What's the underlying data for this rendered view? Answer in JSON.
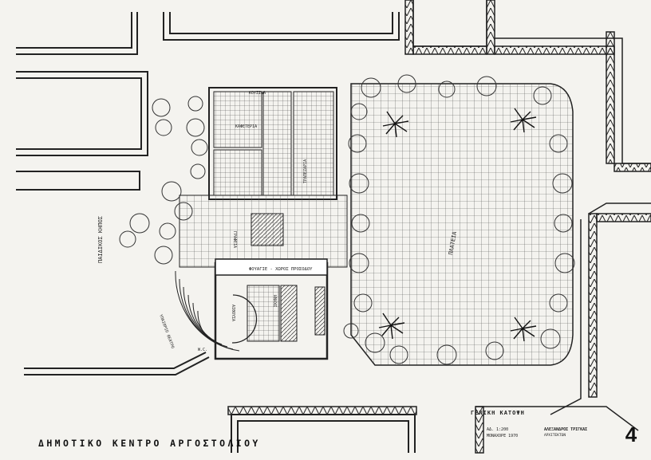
{
  "drawing": {
    "main_title": "ΔΗΜΟΤΙΚΟ ΚΕΝΤΡΟ ΑΡΓΟΣΤΟΛΙΟΥ",
    "sheet_number": "4",
    "title_block": {
      "subject": "ΓΕΝΙΚΗ ΚΑΤΟΨΗ",
      "scale": "ΑΔ. 1:200",
      "date": "ΜΟΝΑΧΟΡΕ 1970",
      "architect": "ΑΛΕΞΑΝΔΡΟΣ ΤΡΙΓΚΑΣ",
      "credit": "ΑΡΧΙΤΕΚΤΩΝ"
    },
    "labels": {
      "square": "ΠΛΑΤΕΙΑ",
      "playground": "ΠΑΙΔΙΚΟΣ ΚΗΠΟΣ",
      "lobby": "ΦΟΥΑΓΙΕ - ΧΩΡΟΣ ΠΡΟΣΟΔΟΥ",
      "hall": "ΑΙΘΟΥΣΑ",
      "stage": "ΣΚΗΝΗ",
      "theatre": "ΥΠΑΙΘΡΙΟ ΘΕΑΤΡΟ",
      "tables": "ΤΡΑΠΕΖΑΡΙΑ",
      "cafe": "ΚΑΦΕΤΕΡΙΑ",
      "kitchen": "ΚΟΥΖΙΝΑ",
      "offices": "ΓΡΑΦΕΙΑ",
      "wc": "W.C."
    }
  }
}
